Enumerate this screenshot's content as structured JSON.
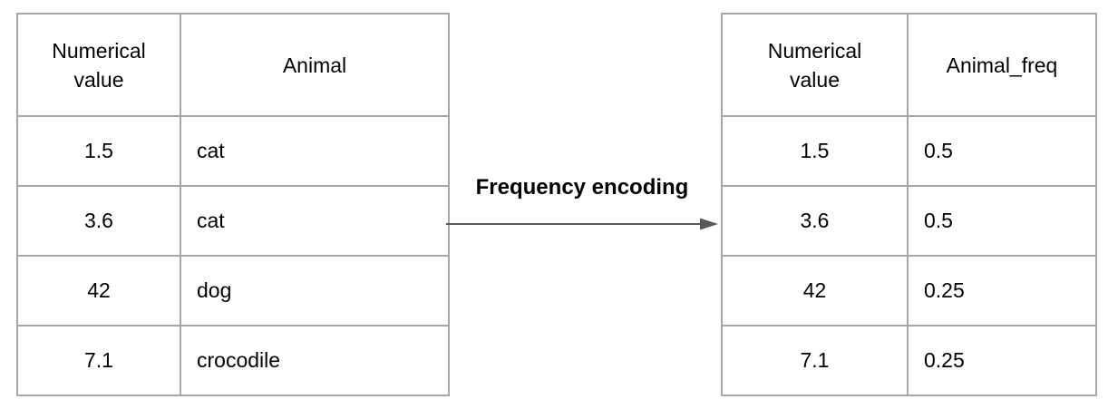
{
  "colors": {
    "border": "#a6a6a6",
    "arrow": "#595959",
    "text": "#000000",
    "background": "#ffffff"
  },
  "arrow": {
    "label": "Frequency encoding"
  },
  "left_table": {
    "headers": [
      "Numerical\nvalue",
      "Animal"
    ],
    "rows": [
      [
        "1.5",
        "cat"
      ],
      [
        "3.6",
        "cat"
      ],
      [
        "42",
        "dog"
      ],
      [
        "7.1",
        "crocodile"
      ]
    ]
  },
  "right_table": {
    "headers": [
      "Numerical\nvalue",
      "Animal_freq"
    ],
    "rows": [
      [
        "1.5",
        "0.5"
      ],
      [
        "3.6",
        "0.5"
      ],
      [
        "42",
        "0.25"
      ],
      [
        "7.1",
        "0.25"
      ]
    ]
  }
}
